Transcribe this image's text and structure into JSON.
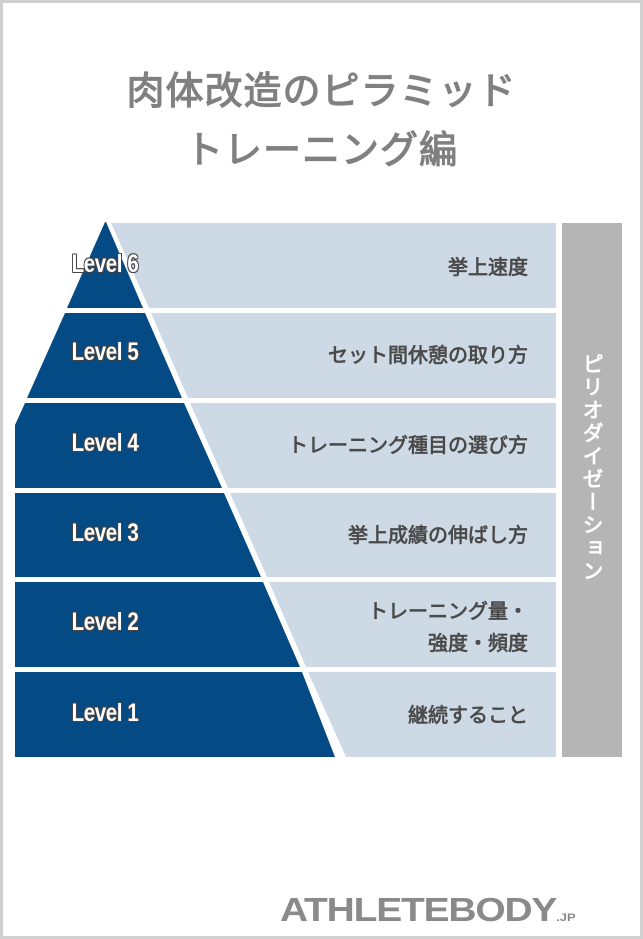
{
  "title": {
    "line1": "肉体改造のピラミッド",
    "line2": "トレーニング編"
  },
  "colors": {
    "pyramid_dark": "#044a85",
    "band_light": "#cddae5",
    "period_bar": "#b5b5b5",
    "title_gray": "#808080",
    "text_dark": "#4a4a4a",
    "frame_border": "#d0d0d0"
  },
  "pyramid": {
    "levels": [
      {
        "level": "Level 6",
        "description": "挙上速度"
      },
      {
        "level": "Level 5",
        "description": "セット間休憩の取り方"
      },
      {
        "level": "Level 4",
        "description": "トレーニング種目の選び方"
      },
      {
        "level": "Level 3",
        "description": "挙上成績の伸ばし方"
      },
      {
        "level": "Level 2",
        "description_line1": "トレーニング量・",
        "description_line2": "強度・頻度"
      },
      {
        "level": "Level 1",
        "description": "継続すること"
      }
    ]
  },
  "side_bar": {
    "label": "ピリオダイゼーション"
  },
  "footer": {
    "logo_main": "ATHLETEBODY",
    "logo_suffix": ".JP"
  }
}
